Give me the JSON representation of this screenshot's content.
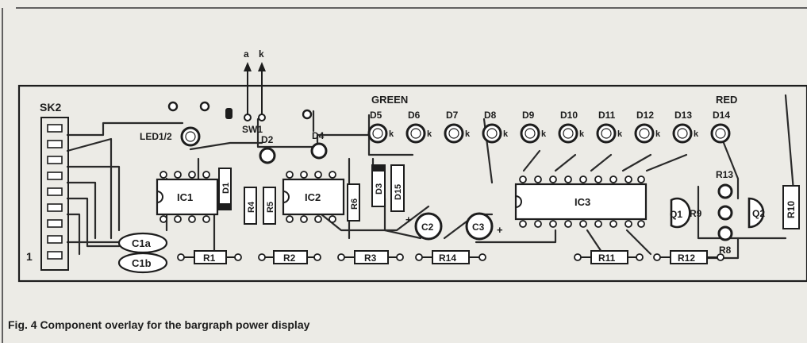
{
  "caption": "Fig. 4 Component overlay for the bargraph power display",
  "labels": {
    "a": "a",
    "k": "k",
    "green": "GREEN",
    "red": "RED",
    "sw1": "SW1",
    "sk2": "SK2",
    "pin1": "1",
    "led12": "LED1/2",
    "d2": "D2",
    "d4": "D4",
    "d1": "D1",
    "d3": "D3",
    "d15": "D15",
    "ic1": "IC1",
    "ic2": "IC2",
    "ic3": "IC3",
    "r1": "R1",
    "r2": "R2",
    "r3": "R3",
    "r4": "R4",
    "r5": "R5",
    "r6": "R6",
    "r8": "R8",
    "r9": "R9",
    "r10": "R10",
    "r11": "R11",
    "r12": "R12",
    "r13": "R13",
    "r14": "R14",
    "c1a": "C1a",
    "c1b": "C1b",
    "c2": "C2",
    "c3": "C3",
    "c2_plus": "+",
    "c3_plus": "+",
    "q1": "Q1",
    "q2": "Q2"
  },
  "bar_leds": [
    {
      "label": "D5",
      "k": "k"
    },
    {
      "label": "D6",
      "k": "k"
    },
    {
      "label": "D7",
      "k": "k"
    },
    {
      "label": "D8",
      "k": "k"
    },
    {
      "label": "D9",
      "k": "k"
    },
    {
      "label": "D10",
      "k": "k"
    },
    {
      "label": "D11",
      "k": "k"
    },
    {
      "label": "D12",
      "k": "k"
    },
    {
      "label": "D13",
      "k": "k"
    },
    {
      "label": "D14",
      "k": ""
    }
  ],
  "colors": {
    "ink": "#1d1d1d",
    "paper": "#ecebe6",
    "trace": "#2a2a2a"
  }
}
